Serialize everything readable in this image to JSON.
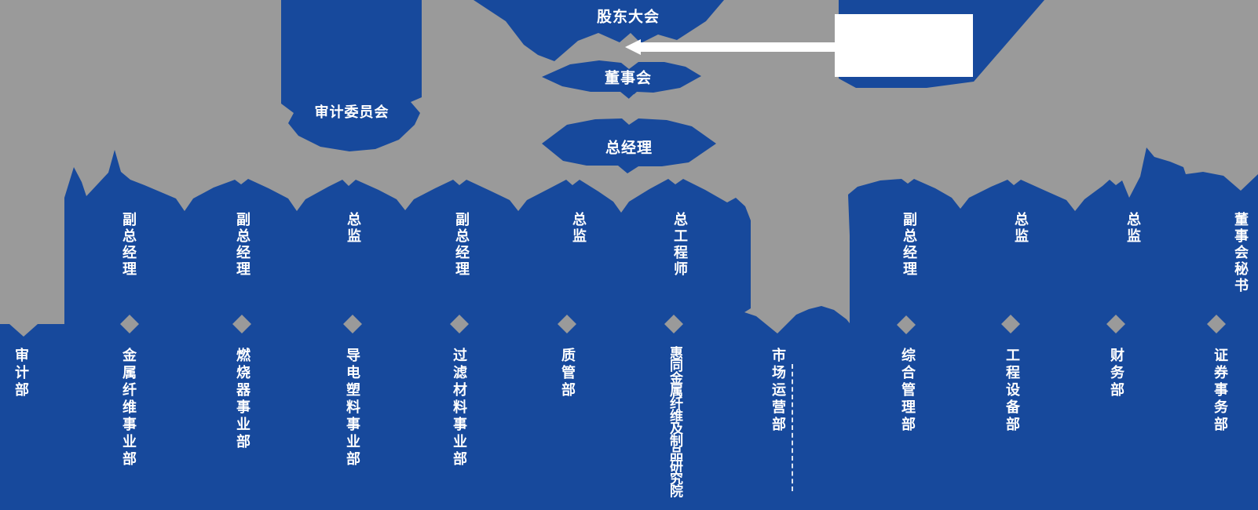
{
  "colors": {
    "background": "#9a9a9a",
    "primary": "#17499c",
    "white": "#ffffff"
  },
  "nodes": {
    "shareholders": "股东大会",
    "board": "董事会",
    "general_manager": "总经理",
    "audit_committee": "审计委员会"
  },
  "middle_titles": [
    {
      "label": "副总经理"
    },
    {
      "label": "副总经理"
    },
    {
      "label": "总监"
    },
    {
      "label": "副总经理"
    },
    {
      "label": "总监"
    },
    {
      "label": "总工程师"
    },
    {
      "label": "副总经理"
    },
    {
      "label": "总监"
    },
    {
      "label": "总监"
    },
    {
      "label": "董事会秘书"
    }
  ],
  "departments": [
    {
      "label": "审计部"
    },
    {
      "label": "金属纤维事业部"
    },
    {
      "label": "燃烧器事业部"
    },
    {
      "label": "导电塑料事业部"
    },
    {
      "label": "过滤材料事业部"
    },
    {
      "label": "质管部"
    },
    {
      "label": "惠同金属纤维及制品研究院"
    },
    {
      "label": "市场运营部"
    },
    {
      "label": "综合管理部"
    },
    {
      "label": "工程设备部"
    },
    {
      "label": "财务部"
    },
    {
      "label": "证券事务部"
    }
  ]
}
